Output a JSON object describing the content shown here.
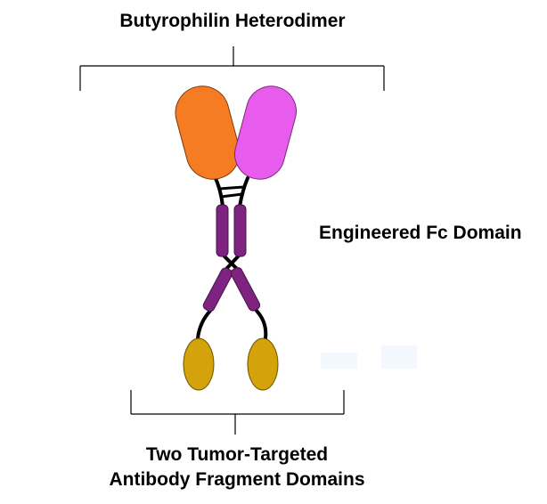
{
  "labels": {
    "top": "Butyrophilin Heterodimer",
    "middle": "Engineered Fc Domain",
    "bottom_line1": "Two Tumor-Targeted",
    "bottom_line2": "Antibody Fragment Domains"
  },
  "colors": {
    "butyrophilin_left": "#f57c23",
    "butyrophilin_right": "#e85ced",
    "fc_domain": "#7e2480",
    "antibody_fragment": "#d4a20a",
    "linker": "#000000"
  }
}
